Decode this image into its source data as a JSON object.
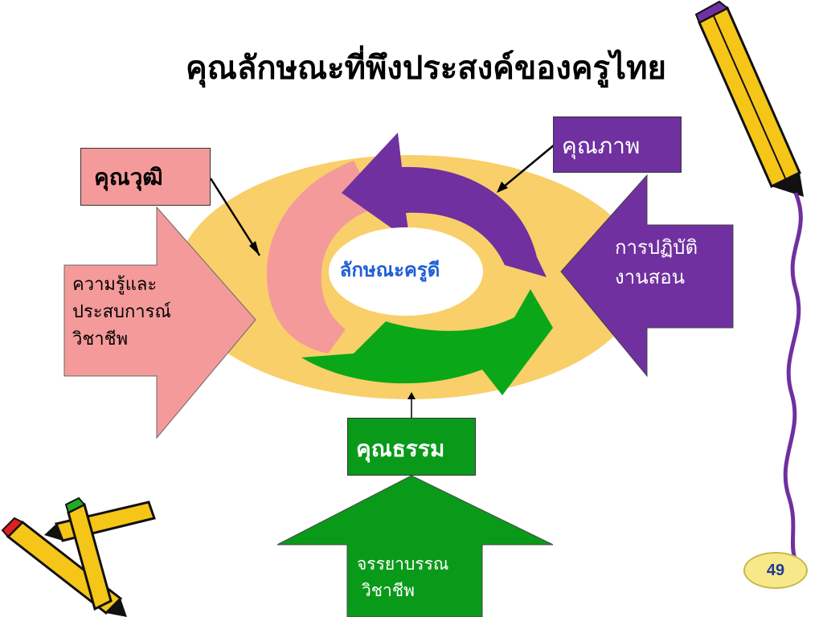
{
  "title": "คุณลักษณะที่พึงประสงค์ของครูไทย",
  "center_label": "ลักษณะครูดี",
  "qualities": {
    "education": "คุณวุฒิ",
    "quality": "คุณภาพ",
    "morality": "คุณธรรม"
  },
  "sources": {
    "knowledge": [
      "ความรู้และ",
      "ประสบการณ์",
      "วิชาชีพ"
    ],
    "teaching": [
      "การปฏิบัติ",
      "งานสอน"
    ],
    "ethics": [
      "จรรยาบรรณ",
      "วิชาชีพ"
    ]
  },
  "page_number": "49",
  "colors": {
    "pink": "#f59a9a",
    "purple": "#7030a0",
    "green": "#0a9a1a",
    "yellow": "#f9c95a",
    "pencil": "#f5c518"
  }
}
